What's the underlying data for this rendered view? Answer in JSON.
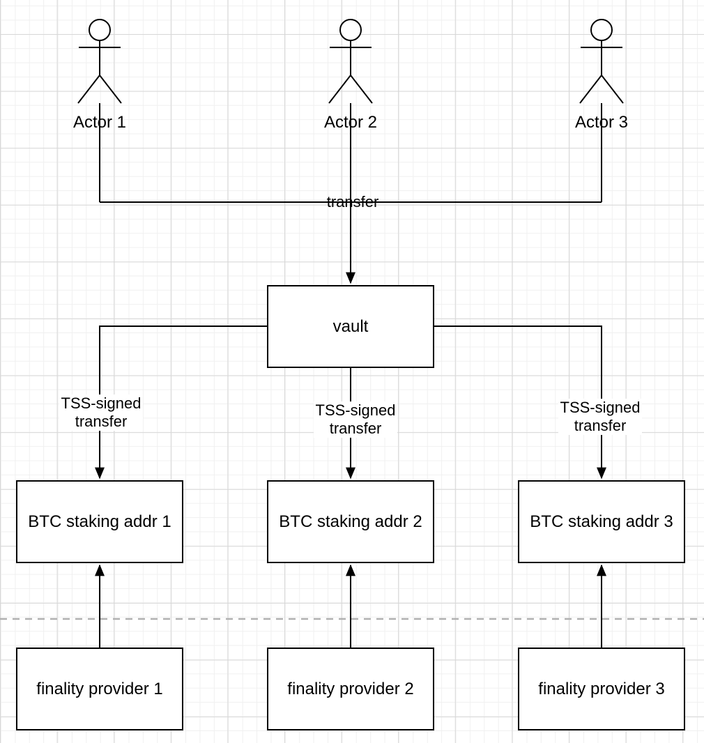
{
  "diagram": {
    "actors": [
      {
        "label": "Actor 1"
      },
      {
        "label": "Actor 2"
      },
      {
        "label": "Actor 3"
      }
    ],
    "nodes": {
      "vault": {
        "label": "vault"
      },
      "btc": [
        {
          "label": "BTC staking addr 1"
        },
        {
          "label": "BTC staking addr 2"
        },
        {
          "label": "BTC staking addr 3"
        }
      ],
      "finality": [
        {
          "label": "finality provider 1"
        },
        {
          "label": "finality provider 2"
        },
        {
          "label": "finality provider 3"
        }
      ]
    },
    "edge_labels": {
      "transfer": "transfer",
      "tss": [
        {
          "label": "TSS-signed transfer"
        },
        {
          "label": "TSS-signed transfer"
        },
        {
          "label": "TSS-signed transfer"
        }
      ]
    },
    "colors": {
      "stroke": "#000000",
      "node_fill": "#ffffff",
      "divider": "#b0b0b0",
      "grid_minor": "#f0f0f0",
      "grid_major": "#d8d8d8",
      "canvas_bg": "#ffffff"
    }
  }
}
